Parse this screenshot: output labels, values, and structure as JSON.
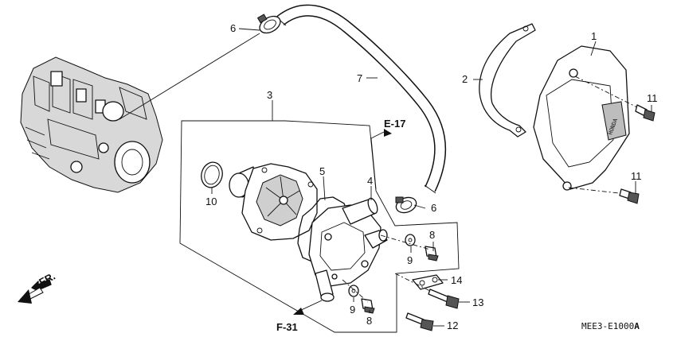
{
  "callouts": {
    "c1": "1",
    "c2": "2",
    "c3": "3",
    "c4": "4",
    "c5": "5",
    "c6a": "6",
    "c6b": "6",
    "c7": "7",
    "c8a": "8",
    "c8b": "8",
    "c9a": "9",
    "c9b": "9",
    "c10": "10",
    "c11a": "11",
    "c11b": "11",
    "c12": "12",
    "c13": "13",
    "c14": "14"
  },
  "refs": {
    "e17": "E-17",
    "f31": "F-31",
    "fr": "FR."
  },
  "diagram_code": "MEE3-E1000",
  "diagram_code_suffix": "A"
}
